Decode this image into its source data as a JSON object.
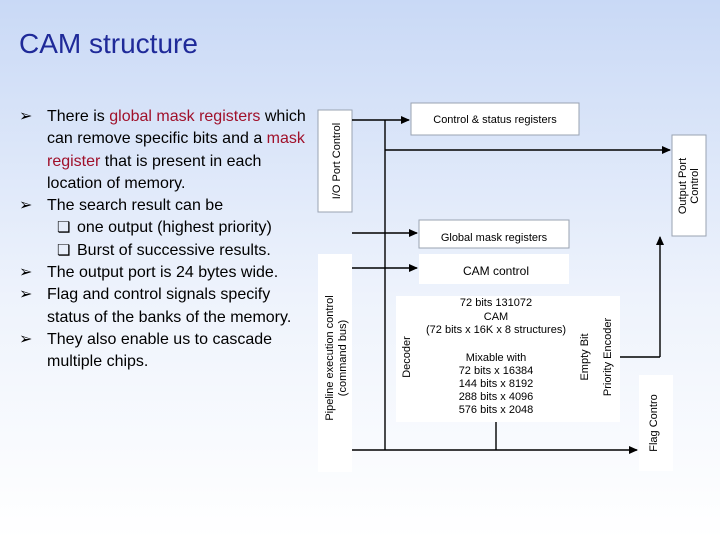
{
  "title": "CAM structure",
  "bullets": [
    {
      "parts": [
        "There is ",
        "global mask registers",
        " which can remove specific bits and a ",
        "mask register",
        " that is present in each location of memory."
      ]
    },
    {
      "text": "The search result can be"
    },
    {
      "text": "The output port is 24 bytes wide."
    },
    {
      "text": "Flag and control signals specify status of the banks of the memory."
    },
    {
      "text": "They also enable us to cascade multiple chips."
    }
  ],
  "sub_bullets": [
    "one output (highest priority)",
    "Burst of successive results."
  ],
  "colors": {
    "title": "#1f2a99",
    "highlight": "#a0102a",
    "box_border": "#9aa3b2"
  },
  "icons": {
    "bullet": "arrow-bullet-icon",
    "sub_bullet": "box-bullet-icon"
  },
  "diagram": {
    "io_port": "I/O Port Control",
    "control_status": "Control & status registers",
    "output_port": [
      "Output Port",
      "Control"
    ],
    "global_mask": "Global mask registers",
    "cam_control": "CAM control",
    "pipeline": [
      "Pipeline execution control",
      "(command bus)"
    ],
    "decoder": "Decoder",
    "cam_lines": [
      "72 bits 131072",
      "CAM",
      "(72 bits x 16K x 8 structures)"
    ],
    "mixable_lines": [
      "Mixable with",
      "72 bits x 16384",
      "144 bits x 8192",
      "288 bits x 4096",
      "576 bits x 2048"
    ],
    "empty_bit": "Empty Bit",
    "priority_encoder": "Priority Encoder",
    "flag_control": "Flag Contro"
  }
}
